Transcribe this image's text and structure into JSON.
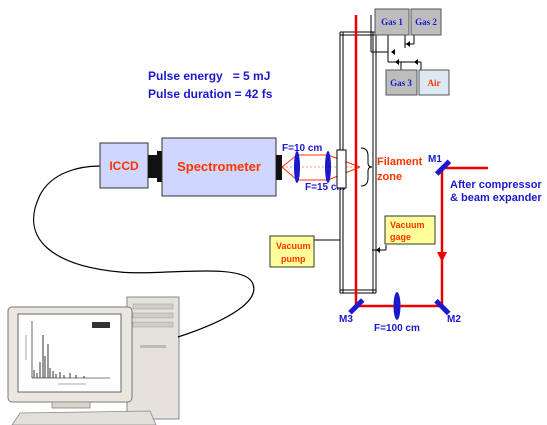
{
  "params": {
    "energy": "Pulse energy   = 5 mJ",
    "duration": "Pulse duration = 42 fs"
  },
  "devices": {
    "iccd": "ICCD",
    "spectrometer": "Spectrometer"
  },
  "lenses": {
    "f10": "F=10 cm",
    "f15": "F=15 cm",
    "f100": "F=100 cm"
  },
  "filament": {
    "line1": "Filament",
    "line2": "zone"
  },
  "gases": {
    "gas1": "Gas 1",
    "gas2": "Gas 2",
    "gas3": "Gas 3",
    "air": "Air"
  },
  "vacuum": {
    "gage_line1": "Vacuum",
    "gage_line2": "gage",
    "pump_line1": "Vacuum",
    "pump_line2": "pump"
  },
  "mirrors": {
    "m1": "M1",
    "m2": "M2",
    "m3": "M3"
  },
  "input": {
    "line1": "After compressor",
    "line2": "& beam expander"
  },
  "colors": {
    "blue_text": "#1a1acc",
    "red_text": "#ff3300",
    "beam": "#ee0000",
    "device_fill": "#cfd6ff",
    "yellow_box": "#ffff99",
    "gas_gray": "#bdbdbd",
    "air_fill": "#dce9f2"
  }
}
